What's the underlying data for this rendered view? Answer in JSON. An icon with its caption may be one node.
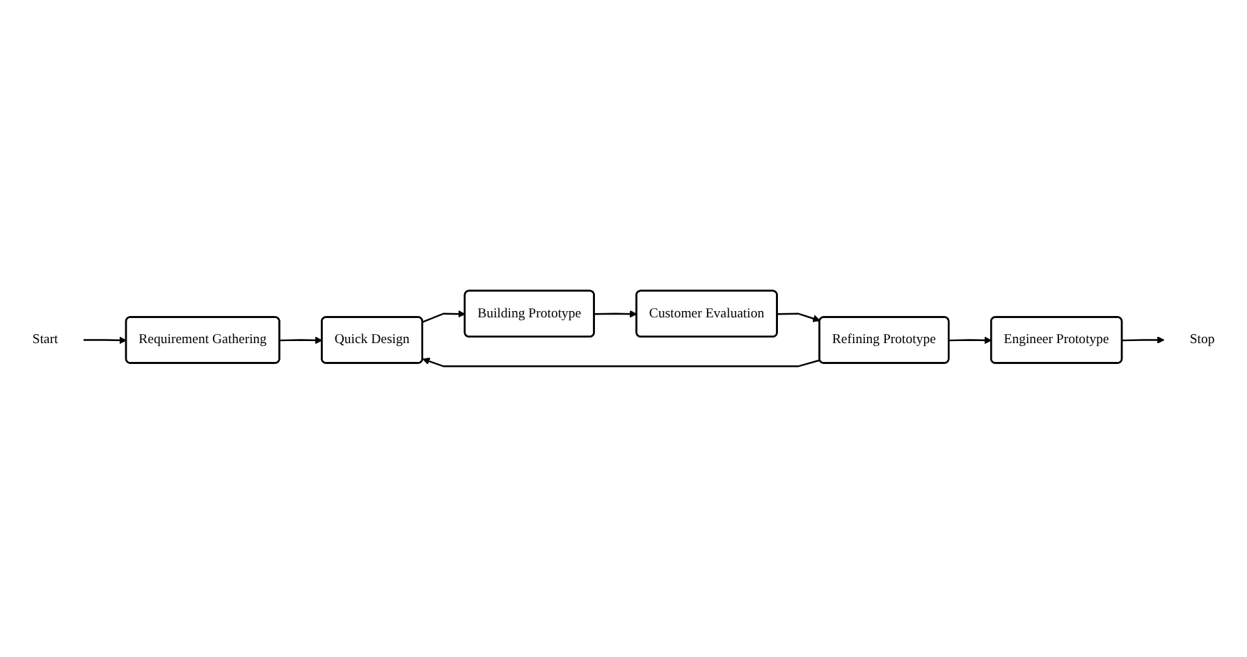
{
  "diagram": {
    "nodes": [
      {
        "text": [
          "Start"
        ]
      },
      {
        "text": [
          "Requirement Gathering"
        ]
      },
      {
        "text": [
          "Quick Design"
        ]
      },
      {
        "text": [
          "Building Prototype"
        ]
      },
      {
        "text": [
          "Stop"
        ]
      },
      {
        "text": [
          "Engineer Prototype"
        ]
      },
      {
        "text": [
          "Refining Prototype"
        ]
      },
      {
        "text": [
          "Customer Evaluation"
        ]
      }
    ],
    "edges": [
      {
        "from": 0,
        "to": 1,
        "arrow": "to"
      },
      {
        "from": 1,
        "to": 2,
        "arrow": "to"
      },
      {
        "from": 2,
        "to": 3,
        "arrow": "to"
      },
      {
        "from": 3,
        "to": 7,
        "arrow": "to"
      },
      {
        "from": 7,
        "to": 6,
        "arrow": "to"
      },
      {
        "from": 6,
        "to": 2,
        "arrow": "to"
      },
      {
        "from": 6,
        "to": 5,
        "arrow": "to"
      },
      {
        "from": 5,
        "to": 4,
        "arrow": "to"
      }
    ]
  }
}
